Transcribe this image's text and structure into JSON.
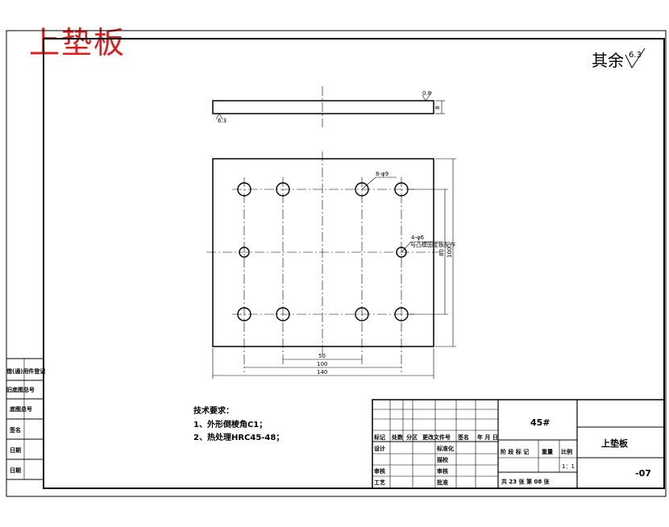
{
  "drawing": {
    "title": "上垫板",
    "roughness_note": "其余",
    "roughness_value": "6.3"
  },
  "side_view": {
    "roughness_right": "0.8",
    "roughness_left": "6.3",
    "thickness": "8"
  },
  "plan_view": {
    "hole_callout_1": "8-φ9",
    "hole_callout_2": "4-φ6",
    "hole_callout_2_note": "与凸模固定板配作",
    "dims": {
      "d50": "50",
      "d100": "100",
      "d140": "140",
      "d80": "80",
      "d100v": "100"
    }
  },
  "tech_requirements": {
    "heading": "技术要求：",
    "items": [
      "1、外形倒棱角C1；",
      "2、热处理HRC45-48；"
    ]
  },
  "left_strip": {
    "labels": [
      "借(通)用件登记",
      "旧底图总号",
      "底图总号",
      "签名",
      "日期",
      "日期"
    ]
  },
  "title_block": {
    "material": "45#",
    "part_name": "上垫板",
    "drawing_no": "-07",
    "rev_headers": [
      "标记",
      "处数",
      "分区",
      "更改文件号",
      "签名",
      "年 月 日"
    ],
    "roles": [
      "设计",
      "审核",
      "工艺"
    ],
    "roles_mid": [
      "标准化",
      "描校",
      "审核",
      "批准"
    ],
    "stage_headers": [
      "阶 段 标 记",
      "重量",
      "比例"
    ],
    "scale": "1：1",
    "sheets_text": "共 23 张   第 08 张"
  }
}
